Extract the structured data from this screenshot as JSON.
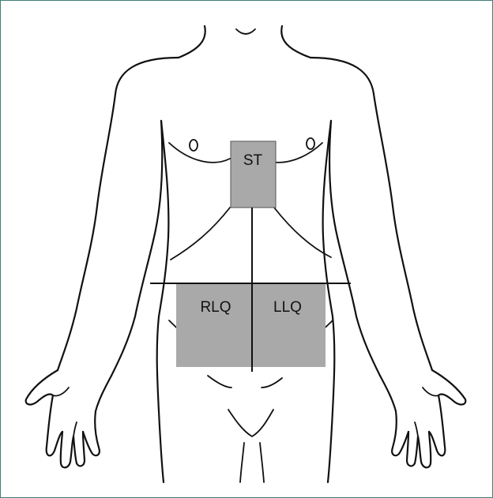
{
  "colors": {
    "border": "#3f7f7a",
    "region_fill": "#a9a9a9",
    "line": "#111111"
  },
  "regions": {
    "st": "ST",
    "rlq": "RLQ",
    "llq": "LLQ"
  }
}
